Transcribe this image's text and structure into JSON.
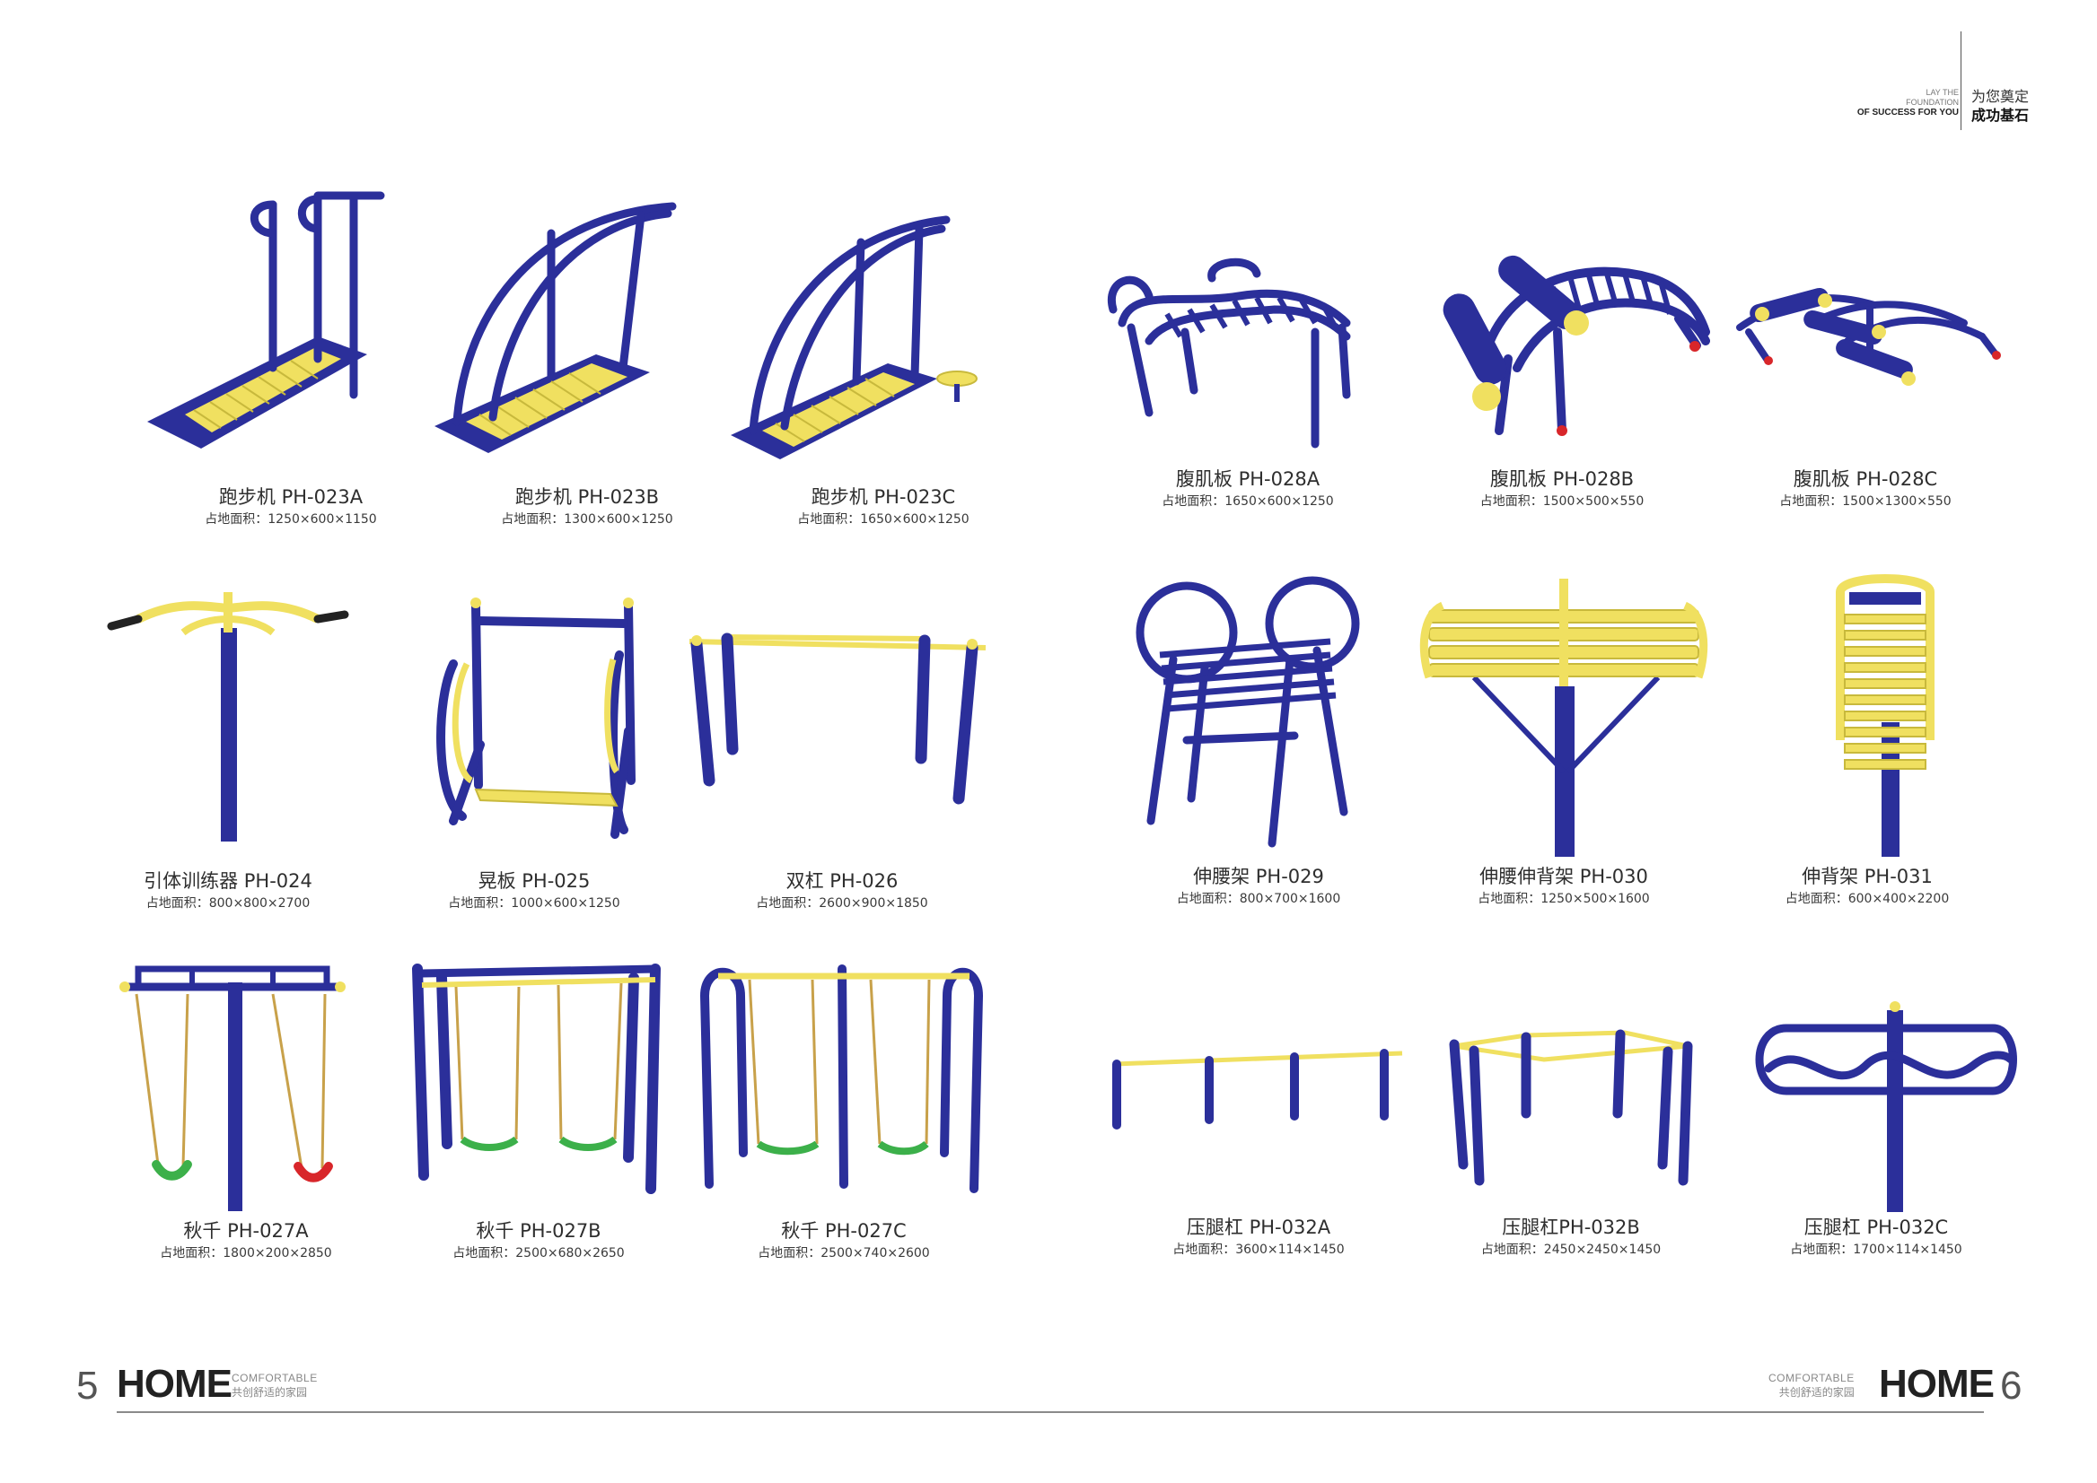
{
  "brand": {
    "en_line1": "LAY THE",
    "en_line2": "FOUNDATION",
    "en_line3": "OF SUCCESS FOR YOU",
    "cn_line1": "为您奠定",
    "cn_line2": "成功基石"
  },
  "colors": {
    "frame": "#2b2f9a",
    "frame_dark": "#1d207a",
    "slat": "#f0e060",
    "slat_dark": "#c8b93c",
    "seat_green": "#3cb04a",
    "seat_red": "#d8262a"
  },
  "products": [
    {
      "name": "跑步机 PH-023A",
      "area": "占地面积：1250×600×1150",
      "icon": "treadmill-icon"
    },
    {
      "name": "跑步机 PH-023B",
      "area": "占地面积：1300×600×1250",
      "icon": "curved-treadmill-icon"
    },
    {
      "name": "跑步机 PH-023C",
      "area": "占地面积：1650×600×1250",
      "icon": "curved-treadmill-twist-icon"
    },
    {
      "name": "腹肌板 PH-028A",
      "area": "占地面积：1650×600×1250",
      "icon": "sit-up-bench-icon"
    },
    {
      "name": "腹肌板 PH-028B",
      "area": "占地面积：1500×500×550",
      "icon": "sit-up-bench-rollers-icon"
    },
    {
      "name": "腹肌板 PH-028C",
      "area": "占地面积：1500×1300×550",
      "icon": "double-sit-up-bench-icon"
    },
    {
      "name": "引体训练器 PH-024",
      "area": "占地面积：800×800×2700",
      "icon": "pull-up-trainer-icon"
    },
    {
      "name": "晃板 PH-025",
      "area": "占地面积：1000×600×1250",
      "icon": "swing-board-icon"
    },
    {
      "name": "双杠 PH-026",
      "area": "占地面积：2600×900×1850",
      "icon": "parallel-bars-icon"
    },
    {
      "name": "伸腰架 PH-029",
      "area": "占地面积：800×700×1600",
      "icon": "waist-stretcher-icon"
    },
    {
      "name": "伸腰伸背架 PH-030",
      "area": "占地面积：1250×500×1600",
      "icon": "back-stretcher-bench-icon"
    },
    {
      "name": "伸背架 PH-031",
      "area": "占地面积：600×400×2200",
      "icon": "back-stretcher-icon"
    },
    {
      "name": "秋千 PH-027A",
      "area": "占地面积：1800×200×2850",
      "icon": "t-swing-icon"
    },
    {
      "name": "秋千 PH-027B",
      "area": "占地面积：2500×680×2650",
      "icon": "double-swing-icon"
    },
    {
      "name": "秋千 PH-027C",
      "area": "占地面积：2500×740×2600",
      "icon": "arched-double-swing-icon"
    },
    {
      "name": "压腿杠 PH-032A",
      "area": "占地面积：3600×114×1450",
      "icon": "leg-press-bar-icon"
    },
    {
      "name": "压腿杠PH-032B",
      "area": "占地面积：2450×2450×1450",
      "icon": "triangle-leg-press-bar-icon"
    },
    {
      "name": "压腿杠 PH-032C",
      "area": "占地面积：1700×114×1450",
      "icon": "wave-leg-press-bar-icon"
    }
  ],
  "footer": {
    "left_page": "5",
    "right_page": "6",
    "home": "HOME",
    "comfortable": "COMFORTABLE",
    "slogan": "共创舒适的家园"
  }
}
